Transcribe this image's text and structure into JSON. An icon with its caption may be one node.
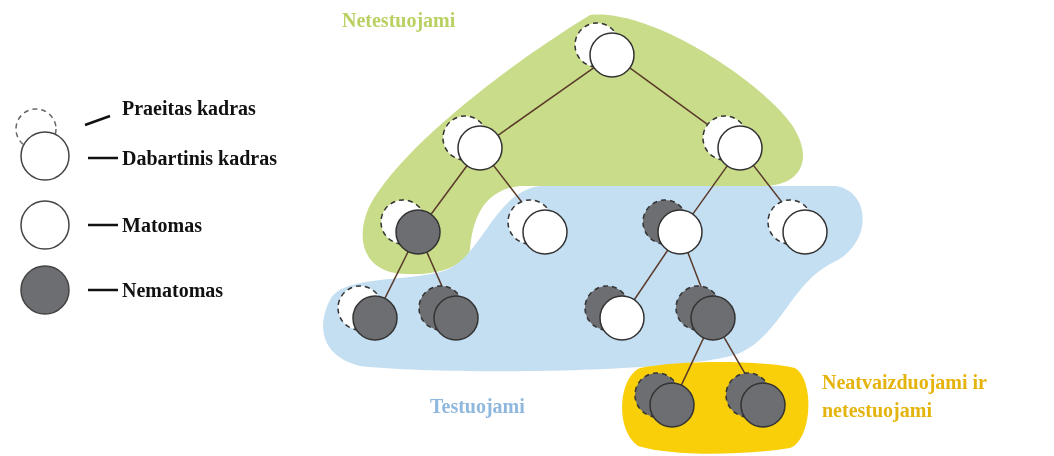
{
  "diagram": {
    "nodes": [
      {
        "text": [],
        "shape": "circle"
      },
      {
        "text": [],
        "shape": "circle"
      },
      {
        "text": [],
        "shape": "circle"
      },
      {
        "text": [],
        "shape": "circle"
      },
      {
        "text": [],
        "shape": "circle"
      },
      {
        "text": [],
        "shape": "circle"
      },
      {
        "text": [],
        "shape": "circle"
      },
      {
        "text": [],
        "shape": "circle"
      },
      {
        "text": [],
        "shape": "circle"
      },
      {
        "text": [],
        "shape": "circle"
      },
      {
        "text": [],
        "shape": "circle"
      },
      {
        "text": [],
        "shape": "circle"
      },
      {
        "text": [],
        "shape": "circle"
      }
    ],
    "edges": [
      {
        "from": 0,
        "to": 1,
        "arrow": "none"
      },
      {
        "from": 0,
        "to": 2,
        "arrow": "none"
      },
      {
        "from": 1,
        "to": 3,
        "arrow": "none"
      },
      {
        "from": 1,
        "to": 4,
        "arrow": "none"
      },
      {
        "from": 2,
        "to": 5,
        "arrow": "none"
      },
      {
        "from": 2,
        "to": 6,
        "arrow": "none"
      },
      {
        "from": 3,
        "to": 7,
        "arrow": "none"
      },
      {
        "from": 3,
        "to": 8,
        "arrow": "none"
      },
      {
        "from": 5,
        "to": 9,
        "arrow": "none"
      },
      {
        "from": 5,
        "to": 10,
        "arrow": "none"
      },
      {
        "from": 10,
        "to": 11,
        "arrow": "none"
      },
      {
        "from": 10,
        "to": 12,
        "arrow": "none"
      }
    ],
    "labels": [
      "Netestuojami",
      "Testuojami",
      "Neatvaizduojami ir netestuojami"
    ],
    "legend": [
      {
        "text": "Praeitas kadras"
      },
      {
        "text": "Dabartinis kadras"
      },
      {
        "text": "Matomas"
      },
      {
        "text": "Nematomas"
      }
    ]
  }
}
